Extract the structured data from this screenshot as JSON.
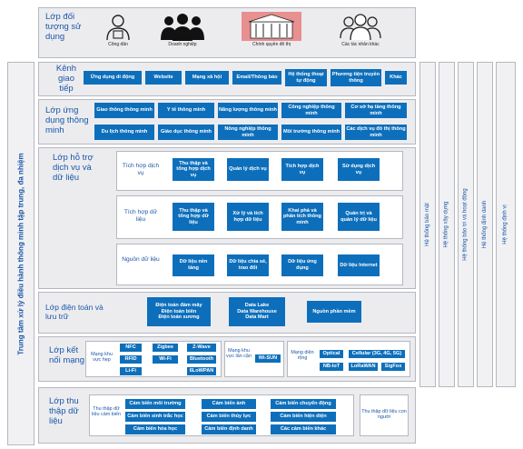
{
  "left_strip": "Trung tâm xử lý điều hành thông minh tập trung, đa nhiệm",
  "right_strips": [
    "Hệ thống bảo mật",
    "Hệ thống xây dựng",
    "Hệ thống bảo trì và hoạt động",
    "Hệ thống định danh",
    "Hệ thống định vị"
  ],
  "users": {
    "label": "Lớp đối tượng sử dụng",
    "items": [
      "Công dân",
      "Doanh nghiệp",
      "Chính quyền đô thị",
      "Các tác nhân khác"
    ]
  },
  "channels": {
    "label": "Kênh giao tiếp",
    "items": [
      "Ứng dụng di động",
      "Website",
      "Mạng xã hội",
      "Email/Thông báo",
      "Hệ thống thoại tự động",
      "Phương tiện truyền thông",
      "Khác"
    ]
  },
  "apps": {
    "label": "Lớp ứng dụng thông minh",
    "row1": [
      "Giao thông thông minh",
      "Y tế thông minh",
      "Năng lượng thông minh",
      "Công nghiệp thông minh",
      "Cơ sở hạ tầng thông minh"
    ],
    "row2": [
      "Du lịch thông minh",
      "Giáo dục thông minh",
      "Nông nghiệp thông minh",
      "Môi trường thông minh",
      "Các dịch vụ đô thị thông minh"
    ]
  },
  "support": {
    "label": "Lớp hỗ trợ dịch vụ và dữ liệu",
    "service": {
      "label": "Tích hợp dịch vụ",
      "items": [
        "Thu thập và tổng hợp dịch vụ",
        "Quản lý dịch vụ",
        "Tích hợp dịch vụ",
        "Sử dụng dịch vụ"
      ]
    },
    "data": {
      "label": "Tích hợp dữ liệu",
      "items": [
        "Thu thập và tổng hợp dữ liệu",
        "Xử lý và tích hợp dữ liệu",
        "Khai phá và phân tích thông minh",
        "Quản trị và quản lý dữ liệu"
      ]
    },
    "source": {
      "label": "Nguồn dữ liệu",
      "items": [
        "Dữ liệu nền tảng",
        "Dữ liệu chia sẻ, trao đổi",
        "Dữ liệu ứng dụng",
        "Dữ liệu Internet"
      ]
    }
  },
  "compute": {
    "label": "Lớp điện toán và lưu trữ",
    "items": [
      "Điện toán đám mây\nĐiện toán biên\nĐiện toán sương",
      "Data Lake\nData Warehouse\nData Mart",
      "Nguồn phần mềm"
    ]
  },
  "network": {
    "label": "Lớp kết nối mạng",
    "near": {
      "label": "Mạng khu vực hẹp",
      "items": [
        "NFC",
        "Zigbee",
        "Z-Wave",
        "RFID",
        "Wi-Fi",
        "Bluetooth",
        "Li-Fi",
        "6LoWPAN"
      ]
    },
    "wide": {
      "label": "Mạng khu vực lân cận",
      "items": [
        "Wi-SUN"
      ]
    },
    "broad": {
      "label": "Mạng diện rộng",
      "items": [
        "Optical",
        "Cellular (3G, 4G, 5G)",
        "NB-IoT",
        "LoRaWAN",
        "SigFox"
      ]
    }
  },
  "collect": {
    "label": "Lớp thu thập dữ liệu",
    "sensor_label": "Thu thập dữ liệu cảm biến",
    "items": [
      "Cảm biến môi trường",
      "Cảm biến ảnh",
      "Cảm biến chuyển động",
      "Cảm biến sinh trắc học",
      "Cảm biến thủy lực",
      "Cảm biến hiện diện",
      "Cảm biến hóa học",
      "Cảm biến định danh",
      "Các cảm biến khác"
    ],
    "human_label": "Thu thập dữ liệu con người"
  },
  "colors": {
    "accent": "#0d6fbb",
    "label": "#1a56a8",
    "band": "#ececef"
  }
}
